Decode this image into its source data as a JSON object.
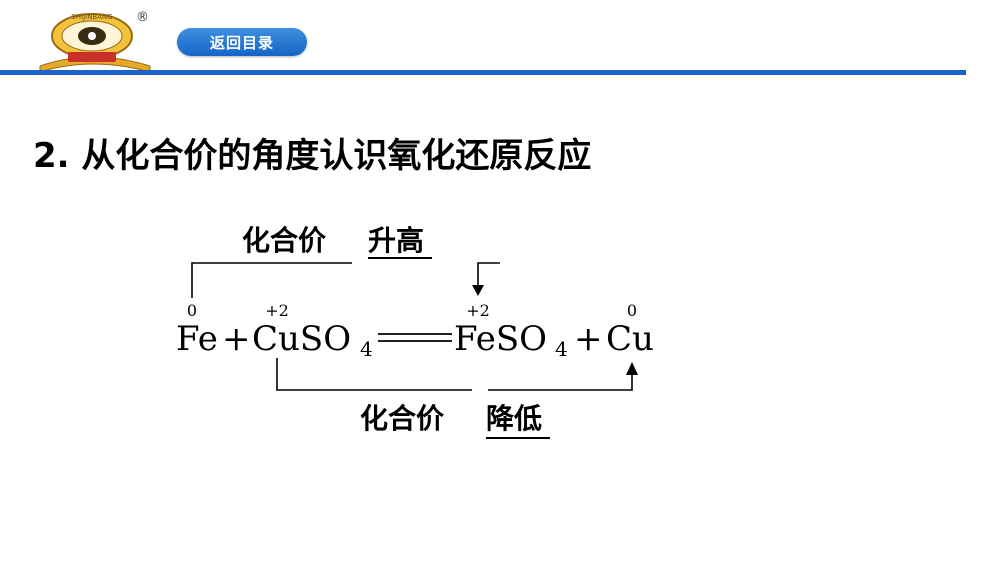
{
  "header": {
    "logo_text": "SHIJINBANG",
    "logo_symbol": "®",
    "back_button_label": "返回目录",
    "accent_color": "#1b63c8"
  },
  "title": "2. 从化合价的角度认识氧化还原反应",
  "reaction": {
    "reactant_1": "Fe",
    "plus_1": "+",
    "reactant_2_main": "CuSO",
    "reactant_2_sub": "4",
    "equals": "══",
    "product_1_main": "FeSO",
    "product_1_sub": "4",
    "plus_2": "+",
    "product_2": "Cu",
    "ox_states": {
      "fe_left": "0",
      "cu_left": "+2",
      "fe_right": "+2",
      "cu_right": "0"
    },
    "top_label_prefix": "化合价",
    "top_label_change": "升高",
    "bottom_label_prefix": "化合价",
    "bottom_label_change": "降低"
  }
}
